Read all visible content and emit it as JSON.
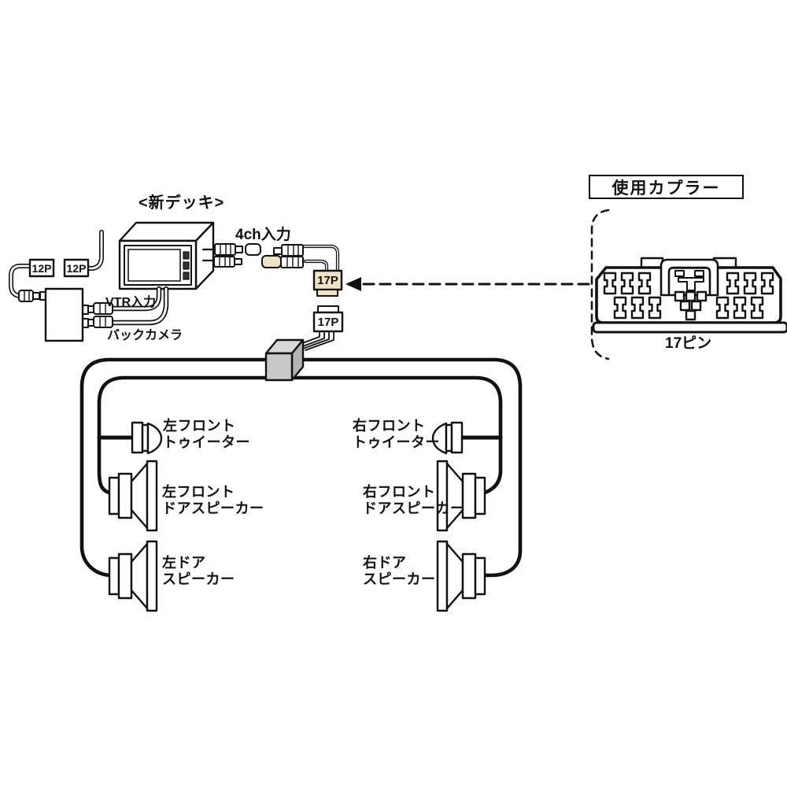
{
  "diagram_title": "car audio harness wiring diagram",
  "deck": {
    "title": "<新デッキ>"
  },
  "labels": {
    "ch4_input": "4ch入力",
    "vtr_input": "VTR入力",
    "back_camera": "バックカメラ",
    "connector_12p_left": "12P",
    "connector_12p_right": "12P",
    "connector_17p_upper": "17P",
    "connector_17p_lower": "17P"
  },
  "coupler_panel": {
    "title": "使用カプラー",
    "pin_label": "17ピン"
  },
  "speakers": {
    "left_front_tweeter": "左フロント\nトゥイーター",
    "left_front_door": "左フロント\nドアスピーカー",
    "left_door": "左ドア\nスピーカー",
    "right_front_tweeter": "右フロント\nトゥイーター",
    "right_front_door": "右フロント\nドアスピーカー",
    "right_door": "右ドア\nスピーカー"
  },
  "colors": {
    "line": "#111111",
    "connector_beige": "#f0e2c6",
    "junction_gray": "#c8c8c8",
    "background": "#ffffff"
  }
}
